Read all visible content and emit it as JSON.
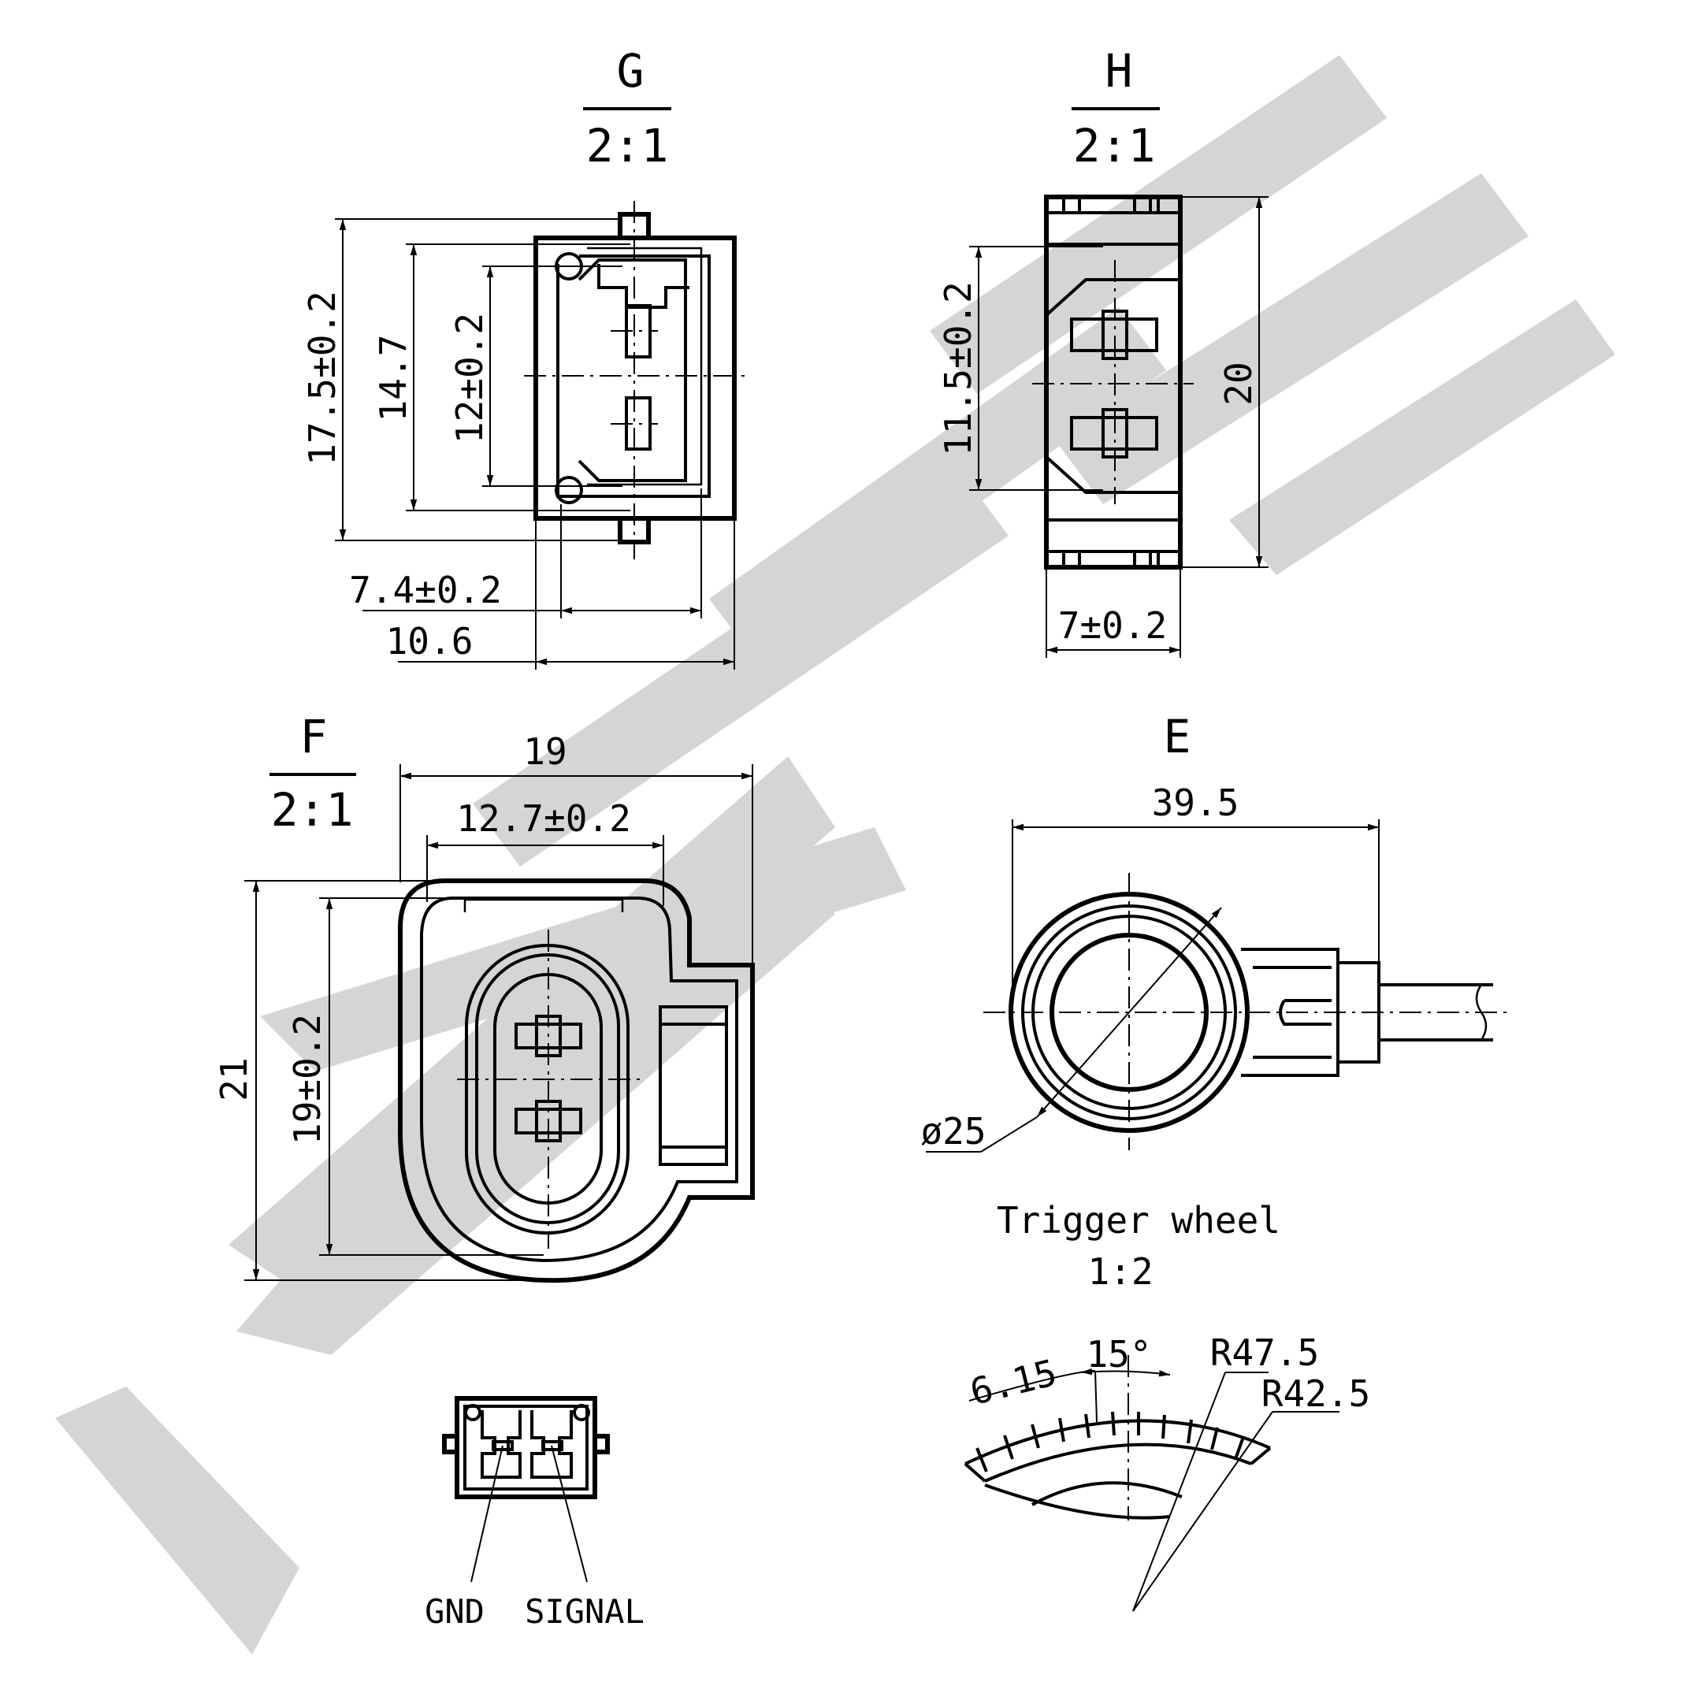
{
  "watermark": {
    "color": "#d3d3d3"
  },
  "view_g": {
    "title": "G",
    "scale": "2:1",
    "dim_height_outer": "17.5±0.2",
    "dim_height_mid": "14.7",
    "dim_pitch": "12±0.2",
    "dim_width_inner": "7.4±0.2",
    "dim_width_outer": "10.6"
  },
  "view_h": {
    "title": "H",
    "scale": "2:1",
    "dim_pitch": "11.5±0.2",
    "dim_height": "20",
    "dim_width": "7±0.2"
  },
  "view_f": {
    "title": "F",
    "scale": "2:1",
    "dim_width_outer": "19",
    "dim_width_inner": "12.7±0.2",
    "dim_height_outer": "21",
    "dim_height_inner": "19±0.2"
  },
  "view_e": {
    "title": "E",
    "dim_length": "39.5",
    "dim_diameter": "ø25"
  },
  "trigger_wheel": {
    "title": "Trigger wheel",
    "scale": "1:2",
    "dim_pitch": "6.15",
    "dim_angle": "15°",
    "dim_radius_outer": "R47.5",
    "dim_radius_inner": "R42.5"
  },
  "pinout": {
    "pin1_label": "GND",
    "pin2_label": "SIGNAL"
  }
}
